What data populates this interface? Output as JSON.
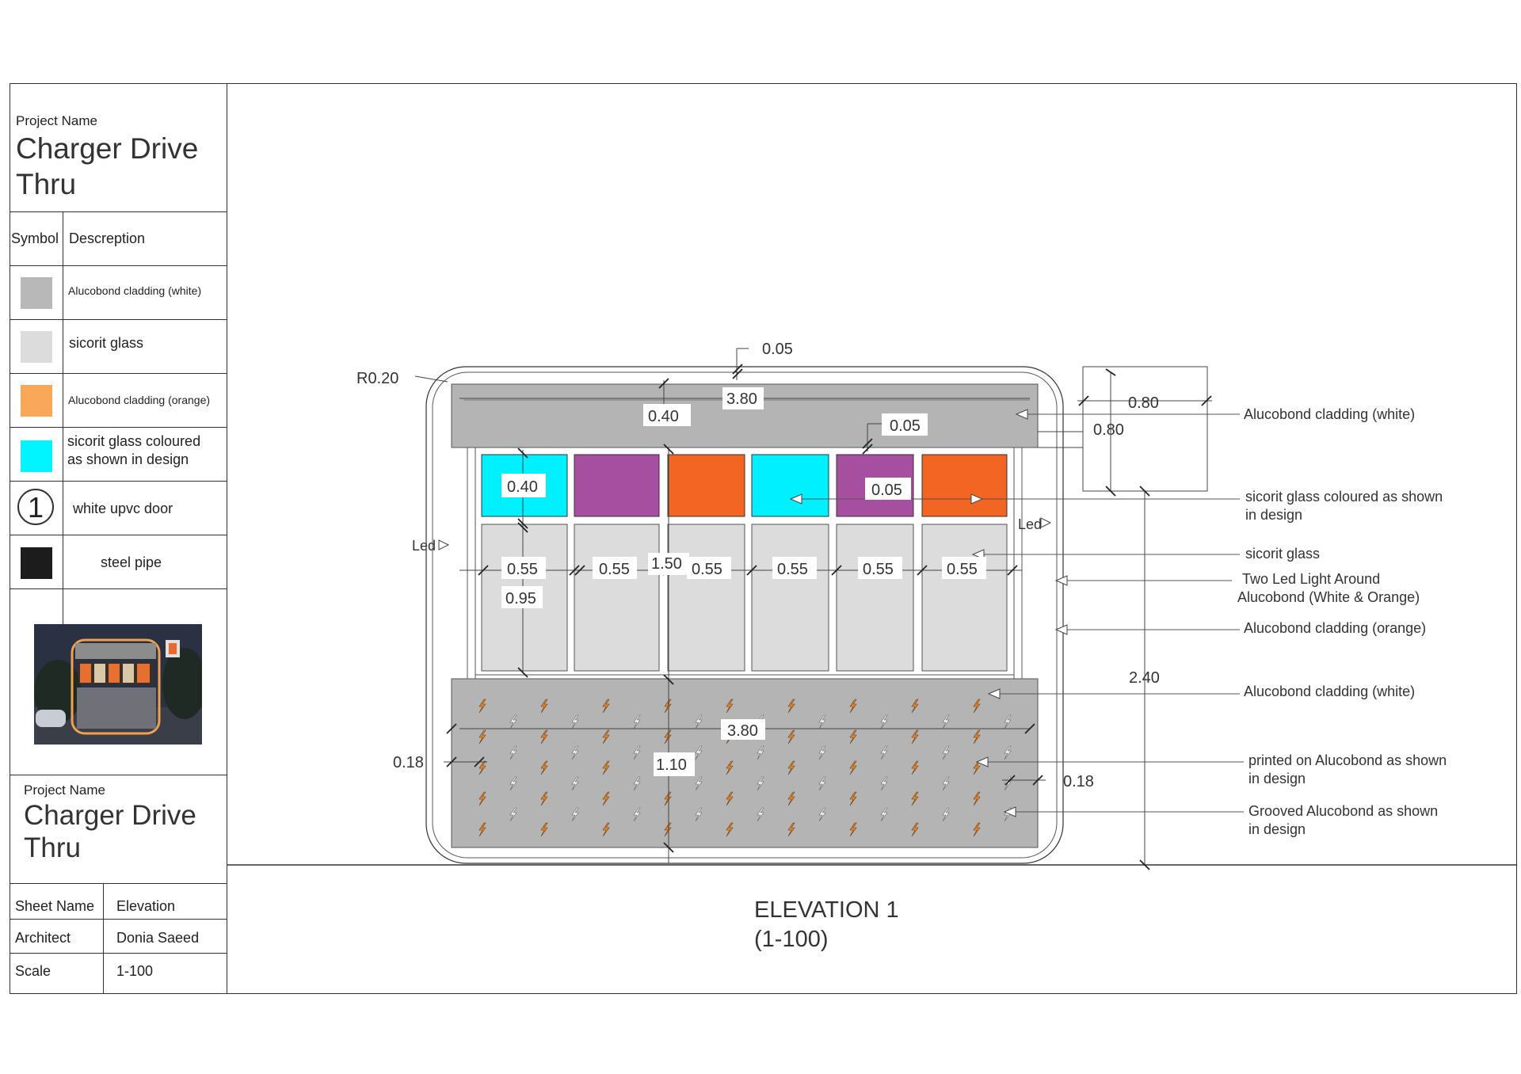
{
  "title_block": {
    "project_label": "Project Name",
    "project_name_line1": "Charger Drive",
    "project_name_line2": "Thru",
    "legend_header": {
      "symbol": "Symbol",
      "description": "Descreption"
    },
    "legend": [
      {
        "color": "#b8b8b8",
        "label": "Alucobond cladding (white)"
      },
      {
        "color": "#dcdcdc",
        "label": "sicorit glass"
      },
      {
        "color": "#f9a85a",
        "label": "Alucobond cladding (orange)"
      },
      {
        "color": "#00f5ff",
        "label_line1": "sicorit glass coloured",
        "label_line2": "as shown in design"
      },
      {
        "symbol_text": "1",
        "label": "white upvc door"
      },
      {
        "color": "#1c1c1c",
        "label": "steel pipe"
      }
    ],
    "project_label_2": "Project Name",
    "project_name2_line1": "Charger Drive",
    "project_name2_line2": "Thru",
    "info": {
      "sheet_label": "Sheet Name",
      "sheet_value": "Elevation",
      "architect_label": "Architect",
      "architect_value": "Donia Saeed",
      "scale_label": "Scale",
      "scale_value": "1-100"
    }
  },
  "drawing": {
    "title_line1": "ELEVATION 1",
    "title_line2": "(1-100)",
    "colors": {
      "grey": "#b4b4b4",
      "glass": "#dcdcdc",
      "cyan": "#00f0ff",
      "purple": "#a64fa0",
      "orange": "#f26522",
      "bolt": "#e8852a"
    },
    "top_panels": [
      "cyan",
      "purple",
      "orange",
      "cyan",
      "purple",
      "orange"
    ],
    "dimensions": {
      "radius": "R0.20",
      "top_gap": "0.05",
      "top_width": "3.80",
      "top_height": "0.40",
      "gap_mid": "0.05",
      "sign_width": "0.80",
      "sign_height": "0.80",
      "panel_height": "0.40",
      "panel_gap": "0.05",
      "glass_widths": [
        "0.55",
        "0.55",
        "0.55",
        "0.55",
        "0.55",
        "0.55"
      ],
      "glass_height": "0.95",
      "mid_height": "1.50",
      "total_height": "2.40",
      "bottom_width": "3.80",
      "bottom_height": "1.10",
      "side_left": "0.18",
      "side_right": "0.18"
    },
    "led_left": "Led",
    "led_right": "Led",
    "callouts": {
      "c1": "Alucobond cladding (white)",
      "c2_line1": "sicorit glass coloured as shown",
      "c2_line2": "in design",
      "c3": "sicorit glass",
      "c4_line1": "Two Led Light Around",
      "c4_line2": "Alucobond (White & Orange)",
      "c5": "Alucobond cladding (orange)",
      "c6": "Alucobond cladding (white)",
      "c7_line1": "printed on Alucobond as shown",
      "c7_line2": "in design",
      "c8_line1": "Grooved  Alucobond as shown",
      "c8_line2": "in design"
    }
  }
}
